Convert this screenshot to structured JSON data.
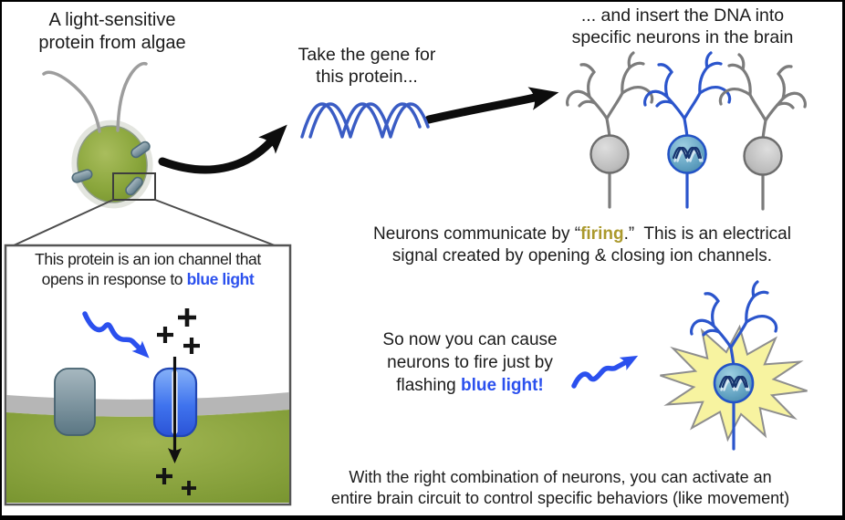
{
  "labels": {
    "algae": {
      "line1": "A light-sensitive",
      "line2": "protein from algae"
    },
    "gene": {
      "line1": "Take the gene for",
      "line2": "this protein..."
    },
    "insert": {
      "line1": "... and insert the DNA into",
      "line2": "specific neurons in the brain"
    },
    "inset": {
      "line1": "This protein is an ion channel that",
      "line2_prefix": "opens in response to ",
      "line2_highlight": "blue light"
    },
    "firing": {
      "prefix": "Neurons communicate by “",
      "highlight": "firing",
      "suffix": ".”  This is an electrical",
      "line2": "signal created by opening & closing ion channels."
    },
    "cause": {
      "line1": "So now you can cause",
      "line2": "neurons to fire just by",
      "line3_prefix": "flashing ",
      "line3_highlight": "blue light!"
    },
    "conclusion": {
      "line1": "With the right combination of neurons, you can activate an",
      "line2": "entire brain circuit to control specific behaviors (like movement)"
    }
  },
  "colors": {
    "accent_blue": "#2b50ee",
    "olive_firing": "#ab992c",
    "algae_green": "#7d9a33",
    "cell_green": "#7a9730",
    "membrane_gray": "#b6b6b6",
    "open_channel_blue": "#3f73ee",
    "closed_channel_gray": "#718a97",
    "dna_blue": "#3a5cc4",
    "neuron_gray": "#7c7c7c",
    "neuron_blue": "#2b55cc",
    "star_yellow": "#f7f3a0",
    "text": "#1b1b1b"
  }
}
